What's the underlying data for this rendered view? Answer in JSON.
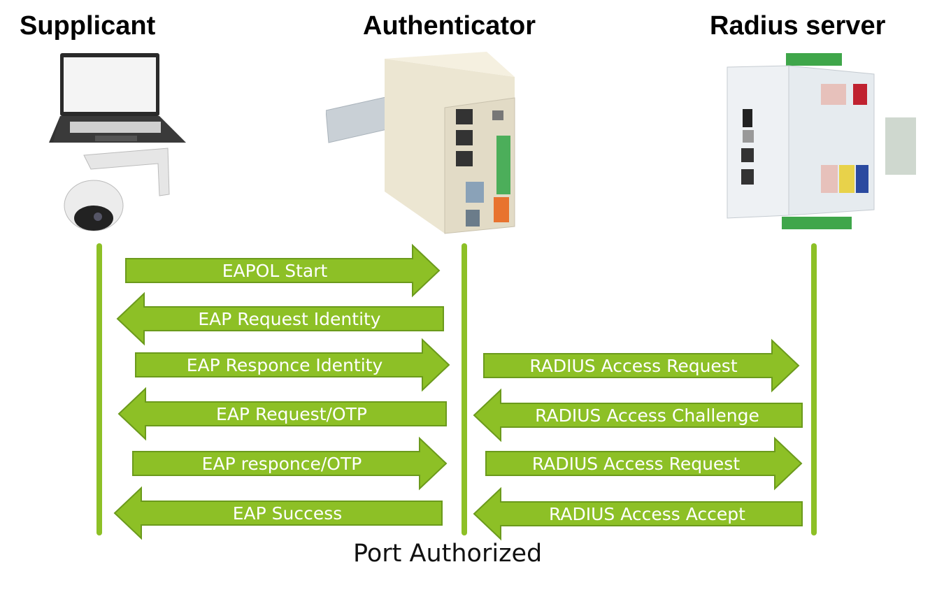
{
  "headers": {
    "supplicant": "Supplicant",
    "authenticator": "Authenticator",
    "radius": "Radius server"
  },
  "colors": {
    "arrow_fill": "#8dc026",
    "arrow_stroke": "#6b9a1c",
    "label": "#ffffff"
  },
  "left_messages": [
    {
      "label": "EAPOL Start",
      "direction": "right"
    },
    {
      "label": "EAP Request Identity",
      "direction": "left"
    },
    {
      "label": "EAP Responce Identity",
      "direction": "right"
    },
    {
      "label": "EAP Request/OTP",
      "direction": "left"
    },
    {
      "label": "EAP responce/OTP",
      "direction": "right"
    },
    {
      "label": "EAP Success",
      "direction": "left"
    }
  ],
  "right_messages": [
    {
      "label": "RADIUS Access Request",
      "direction": "right"
    },
    {
      "label": "RADIUS Access Challenge",
      "direction": "left"
    },
    {
      "label": "RADIUS Access Request",
      "direction": "right"
    },
    {
      "label": "RADIUS Access Accept",
      "direction": "left"
    }
  ],
  "footer": "Port Authorized"
}
